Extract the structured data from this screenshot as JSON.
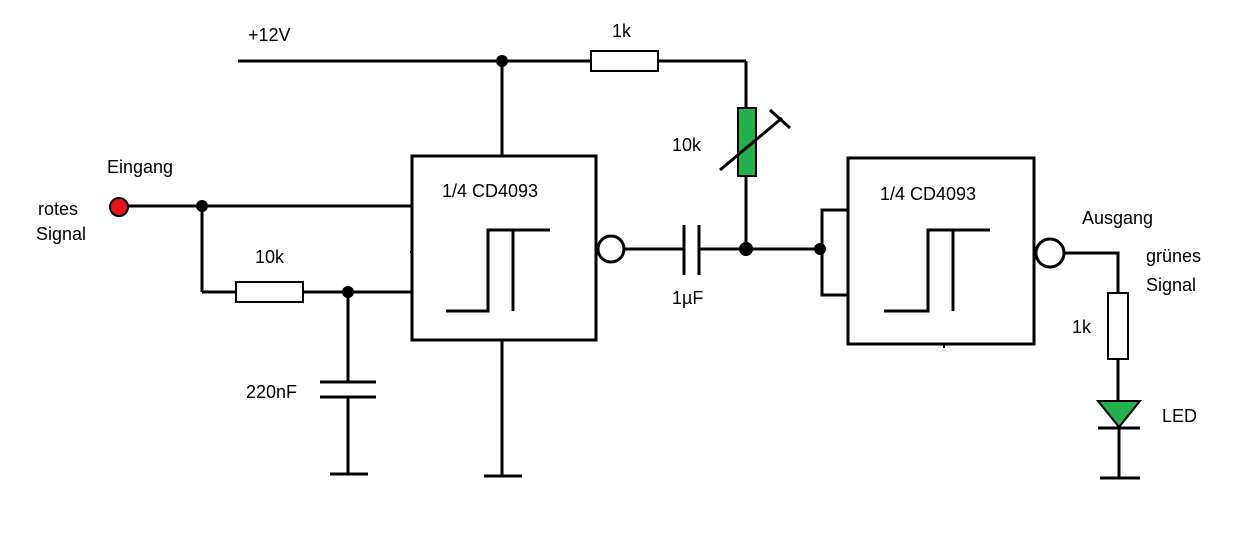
{
  "labels": {
    "supply": "+12V",
    "r_top": "1k",
    "pot": "10k",
    "input_title": "Eingang",
    "input_line1": "rotes",
    "input_line2": "Signal",
    "ic1": "1/4  CD4093",
    "ic2": "1/4  CD4093",
    "r_rc": "10k",
    "cap_rc": "220nF",
    "cap_coupling": "1µF",
    "output_title": "Ausgang",
    "output_line1": "grünes",
    "output_line2": "Signal",
    "r_led": "1k",
    "led": "LED"
  },
  "colors": {
    "input_terminal": "#e8141c",
    "pot_body": "#22b14c",
    "led_body": "#22b14c",
    "wire": "#000000"
  }
}
